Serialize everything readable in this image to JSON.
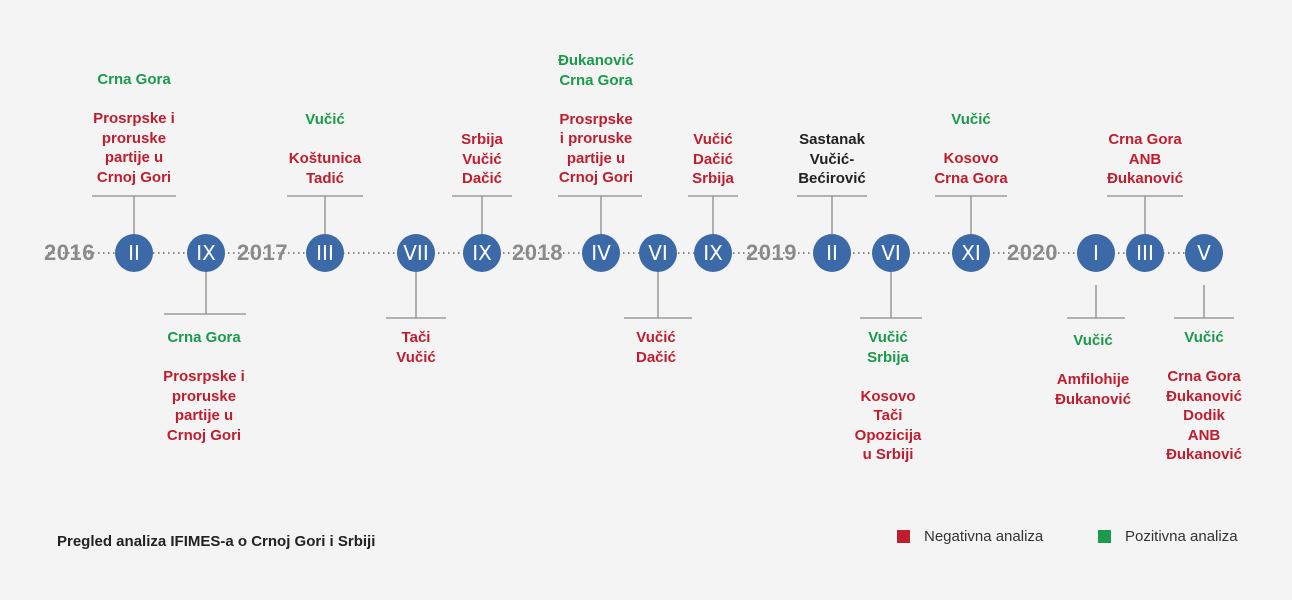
{
  "colors": {
    "negative": "#c01e2e",
    "positive": "#1a9a4a",
    "node": "#3c6aa8",
    "year": "#8a8a8a"
  },
  "years": [
    "2016",
    "2017",
    "2018",
    "2019",
    "2020"
  ],
  "months": [
    "II",
    "IX",
    "III",
    "VII",
    "IX",
    "IV",
    "VI",
    "IX",
    "II",
    "VI",
    "XI",
    "I",
    "III",
    "V"
  ],
  "events": {
    "e1": {
      "pos1": "Crna Gora",
      "neg1": [
        "Prosrpske i",
        "proruske",
        "partije u",
        "Crnoj Gori"
      ]
    },
    "e2": {
      "pos1": "Crna Gora",
      "neg1": [
        "Prosrpske i",
        "proruske",
        "partije u",
        "Crnoj Gori"
      ]
    },
    "e3": {
      "pos1": "Vučić",
      "neg1": [
        "Koštunica",
        "Tadić"
      ]
    },
    "e4": {
      "neg1": [
        "Tači",
        "Vučić"
      ]
    },
    "e5": {
      "neg1": [
        "Srbija",
        "Vučić",
        "Dačić"
      ]
    },
    "e6": {
      "pos1": [
        "Đukanović",
        "Crna Gora"
      ],
      "neg1": [
        "Prosrpske",
        "i proruske",
        "partije u",
        "Crnoj Gori"
      ]
    },
    "e7": {
      "neg1": [
        "Vučić",
        "Dačić"
      ]
    },
    "e8": {
      "neg1": [
        "Vučić",
        "Dačić",
        "Srbija"
      ]
    },
    "e9": {
      "neu1": [
        "Sastanak",
        "Vučić-",
        "Bećirović"
      ]
    },
    "e10": {
      "pos1": [
        "Vučić",
        "Srbija"
      ],
      "neg1": [
        "Kosovo",
        "Tači",
        "Opozicija",
        "u Srbiji"
      ]
    },
    "e11": {
      "pos1": "Vučić",
      "neg1": [
        "Kosovo",
        "Crna Gora"
      ]
    },
    "e12": {
      "pos1": "Vučić",
      "neg1": [
        "Amfilohije",
        "Đukanović"
      ]
    },
    "e13": {
      "neg1": [
        "Crna Gora",
        "ANB",
        "Đukanović"
      ]
    },
    "e14": {
      "pos1": "Vučić",
      "neg1": [
        "Crna Gora",
        "Đukanović",
        "Dodik",
        "ANB",
        "Đukanović"
      ]
    }
  },
  "caption": "Pregled analiza IFIMES-a o Crnoj Gori i Srbiji",
  "legend": {
    "negative": "Negativna analiza",
    "positive": "Pozitivna analiza"
  }
}
